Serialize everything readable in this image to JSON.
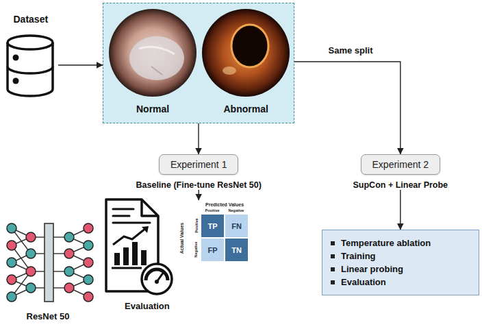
{
  "diagram": {
    "nodes": [
      {
        "text": [
          "Dataset"
        ]
      },
      {
        "text": [
          "Normal",
          "Abnormal"
        ]
      },
      {
        "text": [
          "Experiment 1",
          "Baseline (Fine-tune ResNet 50)"
        ]
      },
      {
        "text": [
          "Experiment 2",
          "SupCon + Linear Probe"
        ]
      },
      {
        "text": [
          "Temperature ablation",
          "Training",
          "Linear probing",
          "Evaluation"
        ]
      },
      {
        "text": [
          "ResNet 50"
        ]
      },
      {
        "text": [
          "Evaluation"
        ]
      },
      {
        "text": [
          "Predicted Values",
          "Positive",
          "Negative",
          "Actual Values",
          "Positive",
          "Negative",
          "TP",
          "FN",
          "FP",
          "TN"
        ]
      }
    ],
    "edges": [
      {
        "from": 0,
        "to": 1,
        "arrow": "to"
      },
      {
        "from": 1,
        "to": 2,
        "arrow": "to"
      },
      {
        "from": 1,
        "to": 3,
        "label": "Same split",
        "arrow": "to"
      },
      {
        "from": 3,
        "to": 4,
        "arrow": "to"
      },
      {
        "from": 2,
        "to": 7,
        "arrow": "to"
      }
    ]
  }
}
